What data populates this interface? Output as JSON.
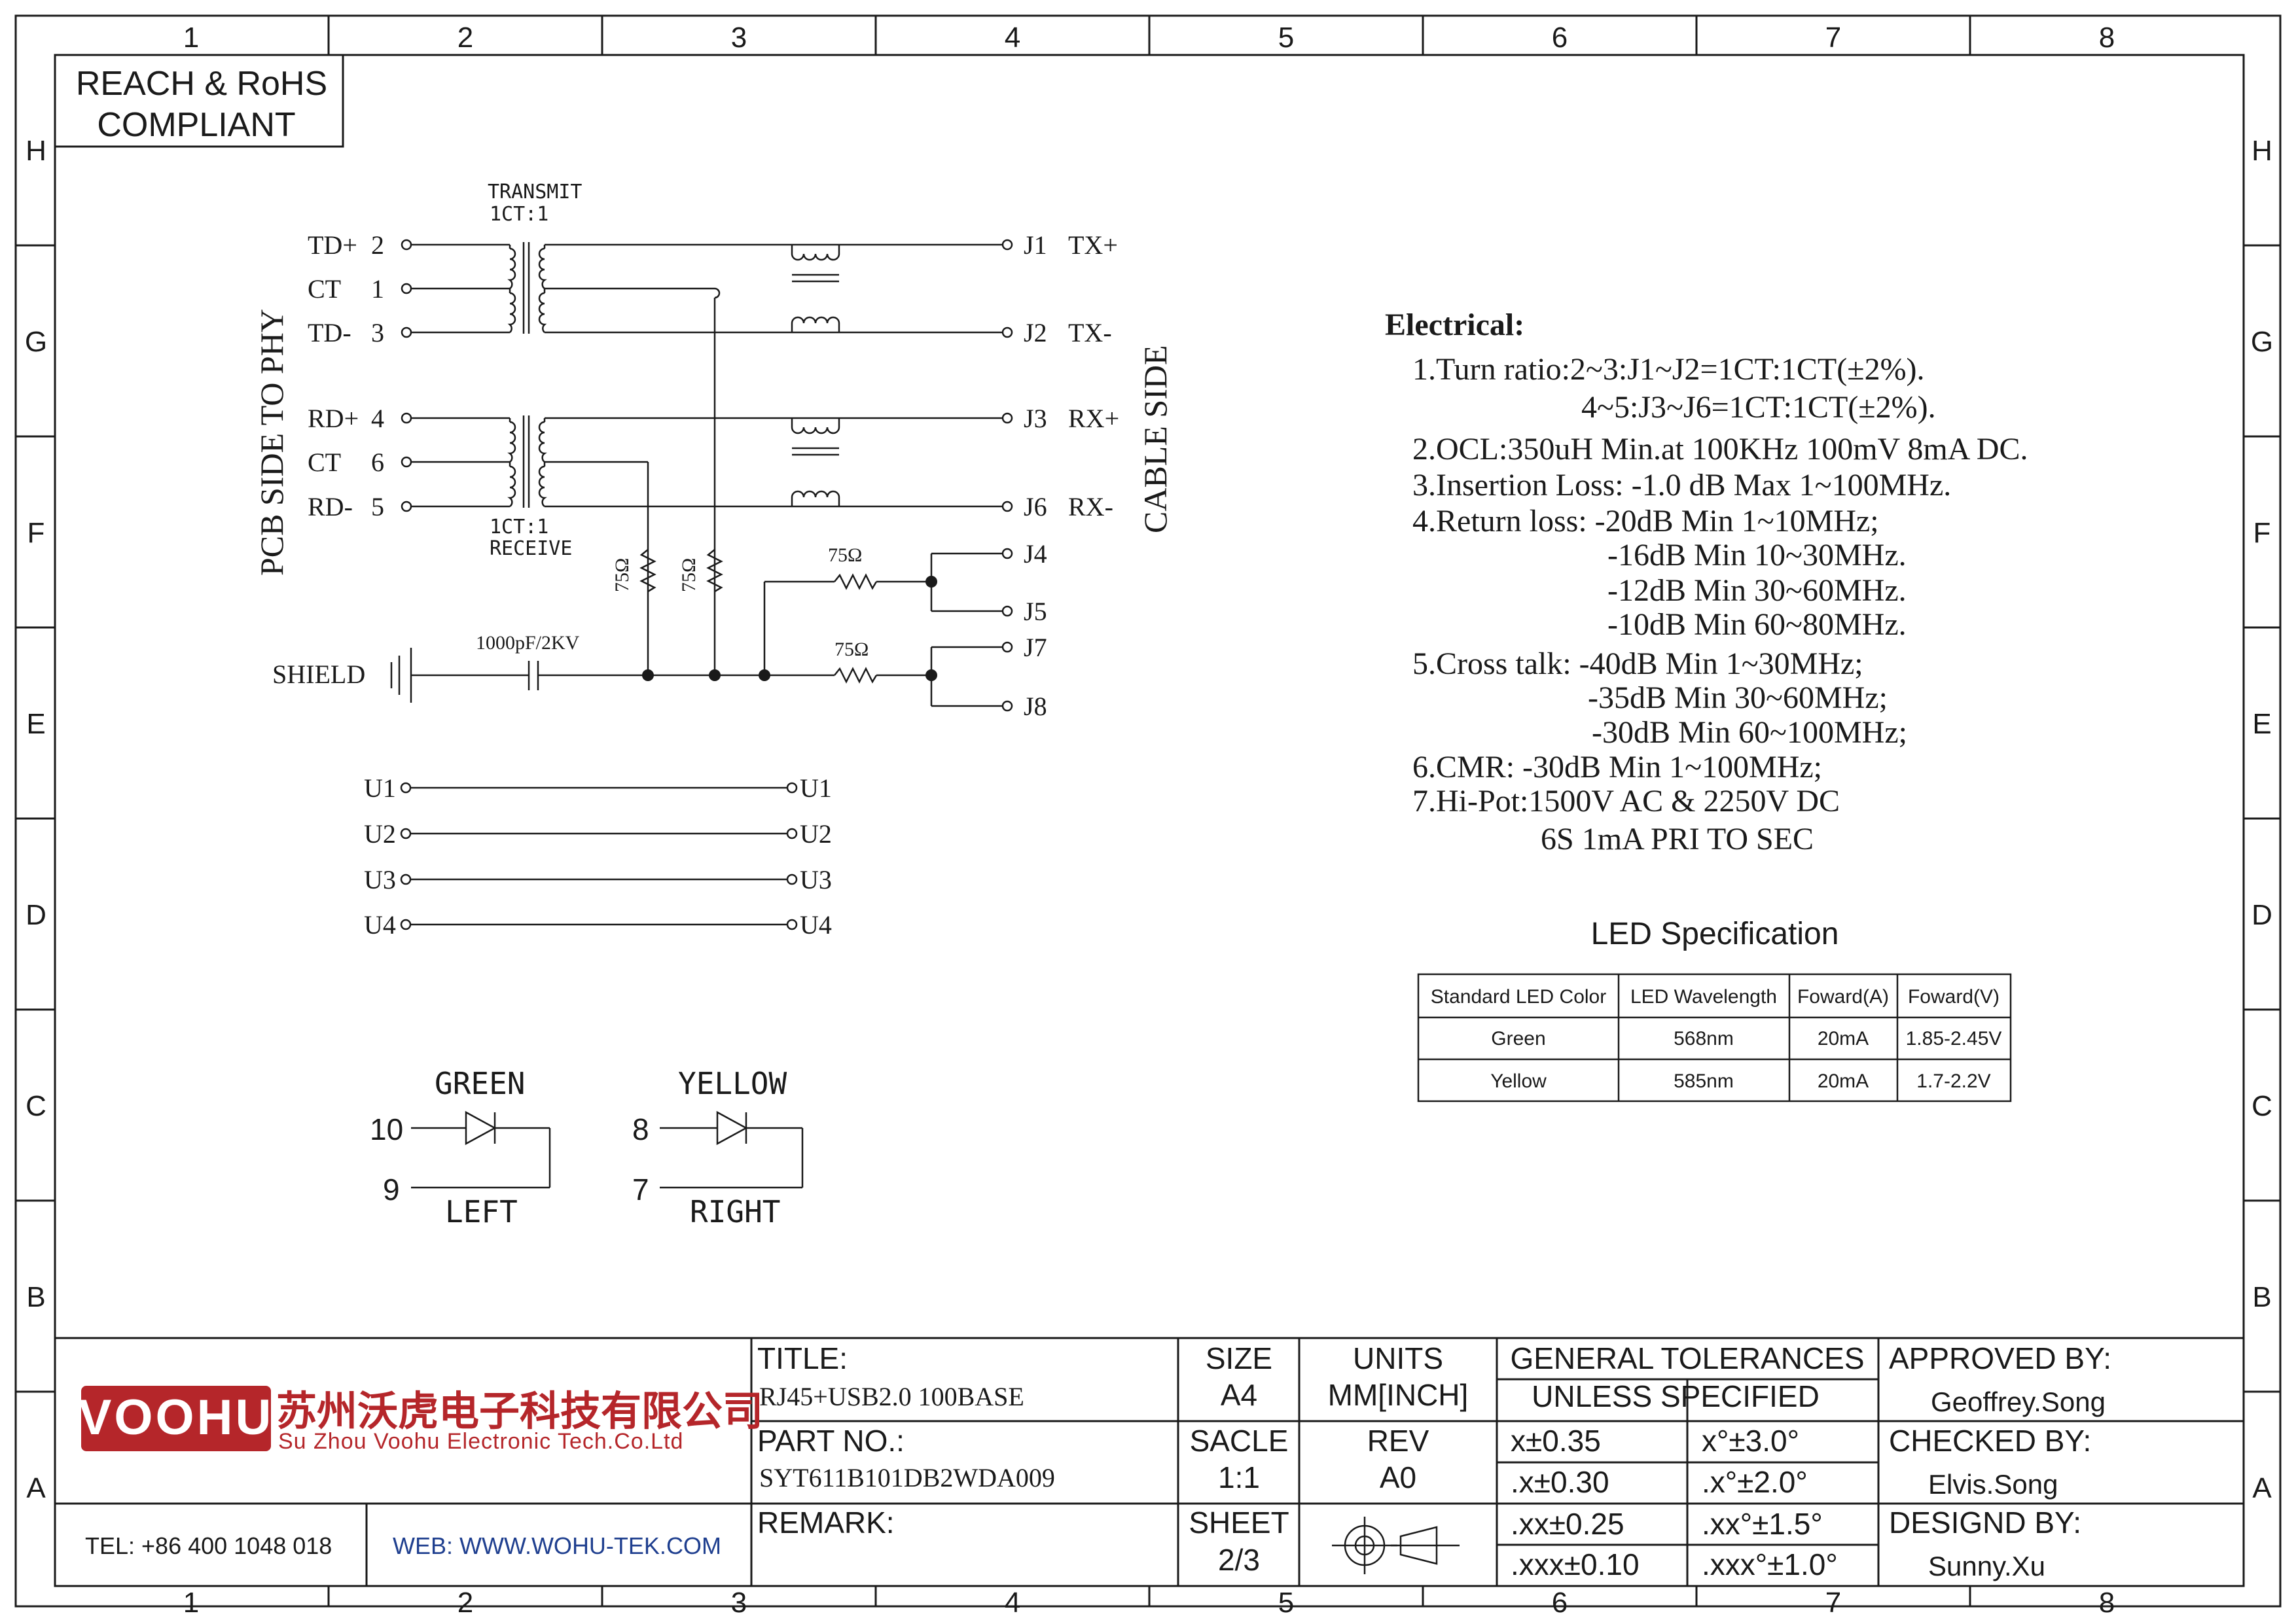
{
  "frame": {
    "columns": [
      "1",
      "2",
      "3",
      "4",
      "5",
      "6",
      "7",
      "8"
    ],
    "rows": [
      "H",
      "G",
      "F",
      "E",
      "D",
      "C",
      "B",
      "A"
    ]
  },
  "compliance": {
    "line1": "REACH & RoHS",
    "line2": "COMPLIANT"
  },
  "schematic": {
    "side_left": "PCB SIDE TO PHY",
    "side_right": "CABLE SIDE",
    "transmit_label": "TRANSMIT",
    "transmit_ratio": "1CT:1",
    "receive_ratio": "1CT:1",
    "receive_label": "RECEIVE",
    "left_pins": [
      {
        "name": "TD+",
        "num": "2"
      },
      {
        "name": "CT",
        "num": "1"
      },
      {
        "name": "TD-",
        "num": "3"
      },
      {
        "name": "RD+",
        "num": "4"
      },
      {
        "name": "CT",
        "num": "6"
      },
      {
        "name": "RD-",
        "num": "5"
      }
    ],
    "right_pins": [
      {
        "num": "J1",
        "name": "TX+"
      },
      {
        "num": "J2",
        "name": "TX-"
      },
      {
        "num": "J3",
        "name": "RX+"
      },
      {
        "num": "J6",
        "name": "RX-"
      }
    ],
    "j_pins": [
      "J4",
      "J5",
      "J7",
      "J8"
    ],
    "resistors": [
      "75Ω",
      "75Ω",
      "75Ω",
      "75Ω"
    ],
    "capacitor": "1000pF/2KV",
    "shield": "SHIELD",
    "usb_left": [
      "U1",
      "U2",
      "U3",
      "U4"
    ],
    "usb_right": [
      "U1",
      "U2",
      "U3",
      "U4"
    ],
    "led_green": {
      "label": "GREEN",
      "pin_a": "10",
      "pin_b": "9",
      "side": "LEFT"
    },
    "led_yellow": {
      "label": "YELLOW",
      "pin_a": "8",
      "pin_b": "7",
      "side": "RIGHT"
    }
  },
  "electrical": {
    "heading": "Electrical:",
    "lines": [
      "1.Turn ratio:2~3:J1~J2=1CT:1CT(±2%).",
      "4~5:J3~J6=1CT:1CT(±2%).",
      "2.OCL:350uH Min.at 100KHz 100mV 8mA DC.",
      "3.Insertion Loss: -1.0 dB Max 1~100MHz.",
      "4.Return loss: -20dB Min 1~10MHz;",
      "-16dB Min 10~30MHz.",
      "-12dB Min 30~60MHz.",
      "-10dB Min 60~80MHz.",
      "5.Cross talk: -40dB Min 1~30MHz;",
      "-35dB Min 30~60MHz;",
      "-30dB Min 60~100MHz;",
      "6.CMR: -30dB Min 1~100MHz;",
      "7.Hi-Pot:1500V AC & 2250V DC",
      "6S 1mA PRI TO SEC"
    ]
  },
  "led_spec": {
    "title": "LED Specification",
    "headers": [
      "Standard LED Color",
      "LED Wavelength",
      "Foward(A)",
      "Foward(V)"
    ],
    "rows": [
      [
        "Green",
        "568nm",
        "20mA",
        "1.85-2.45V"
      ],
      [
        "Yellow",
        "585nm",
        "20mA",
        "1.7-2.2V"
      ]
    ]
  },
  "title_block": {
    "logo": "VOOHU",
    "company_cn": "苏州沃虎电子科技有限公司",
    "company_en": "Su Zhou Voohu Electronic Tech.Co.Ltd",
    "tel": "TEL: +86 400 1048 018",
    "web": "WEB: WWW.WOHU-TEK.COM",
    "title_label": "TITLE:",
    "title_value": "RJ45+USB2.0 100BASE",
    "part_label": "PART NO.:",
    "part_value": "SYT611B101DB2WDA009",
    "remark_label": "REMARK:",
    "size_label": "SIZE",
    "size_value": "A4",
    "units_label": "UNITS",
    "units_value": "MM[INCH]",
    "scale_label": "SACLE",
    "scale_value": "1:1",
    "rev_label": "REV",
    "rev_value": "A0",
    "sheet_label": "SHEET",
    "sheet_value": "2/3",
    "tol_title1": "GENERAL TOLERANCES",
    "tol_title2": "UNLESS SPECIFIED",
    "tolerances": [
      [
        "x±0.35",
        "x°±3.0°"
      ],
      [
        ".x±0.30",
        ".x°±2.0°"
      ],
      [
        ".xx±0.25",
        ".xx°±1.5°"
      ],
      [
        ".xxx±0.10",
        ".xxx°±1.0°"
      ]
    ],
    "approved_label": "APPROVED BY:",
    "approved_value": "Geoffrey.Song",
    "checked_label": "CHECKED BY:",
    "checked_value": "Elvis.Song",
    "designed_label": "DESIGND BY:",
    "designed_value": "Sunny.Xu",
    "logo_color": "#b5262a"
  }
}
